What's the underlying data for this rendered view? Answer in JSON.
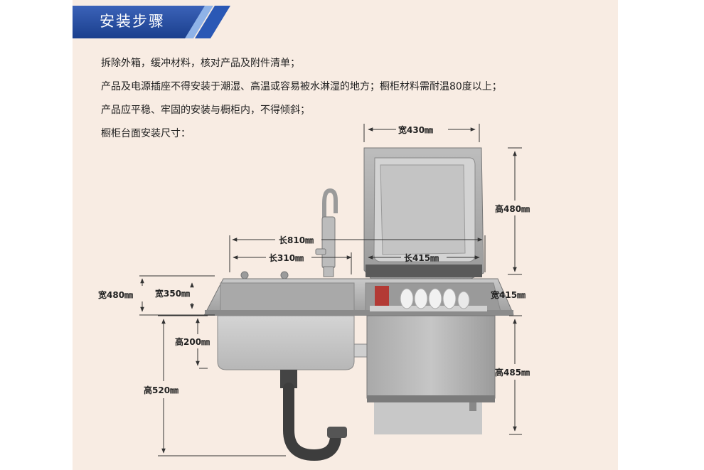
{
  "banner": {
    "title": "安装步骤"
  },
  "steps": [
    "拆除外箱，缓冲材料，核对产品及附件清单；",
    "产品及电源插座不得安装于潮湿、高温或容易被水淋湿的地方；橱柜材料需耐温80度以上；",
    "产品应平稳、牢固的安装与橱柜内，不得倾斜；",
    "橱柜台面安装尺寸："
  ],
  "dimensions": {
    "width_430": "宽430㎜",
    "height_480": "高480㎜",
    "length_810": "长810㎜",
    "length_310": "长310㎜",
    "length_415": "长415㎜",
    "width_480": "宽480㎜",
    "width_350": "宽350㎜",
    "width_415": "宽415㎜",
    "height_200": "高200㎜",
    "height_485": "高485㎜",
    "height_520": "高520㎜"
  }
}
